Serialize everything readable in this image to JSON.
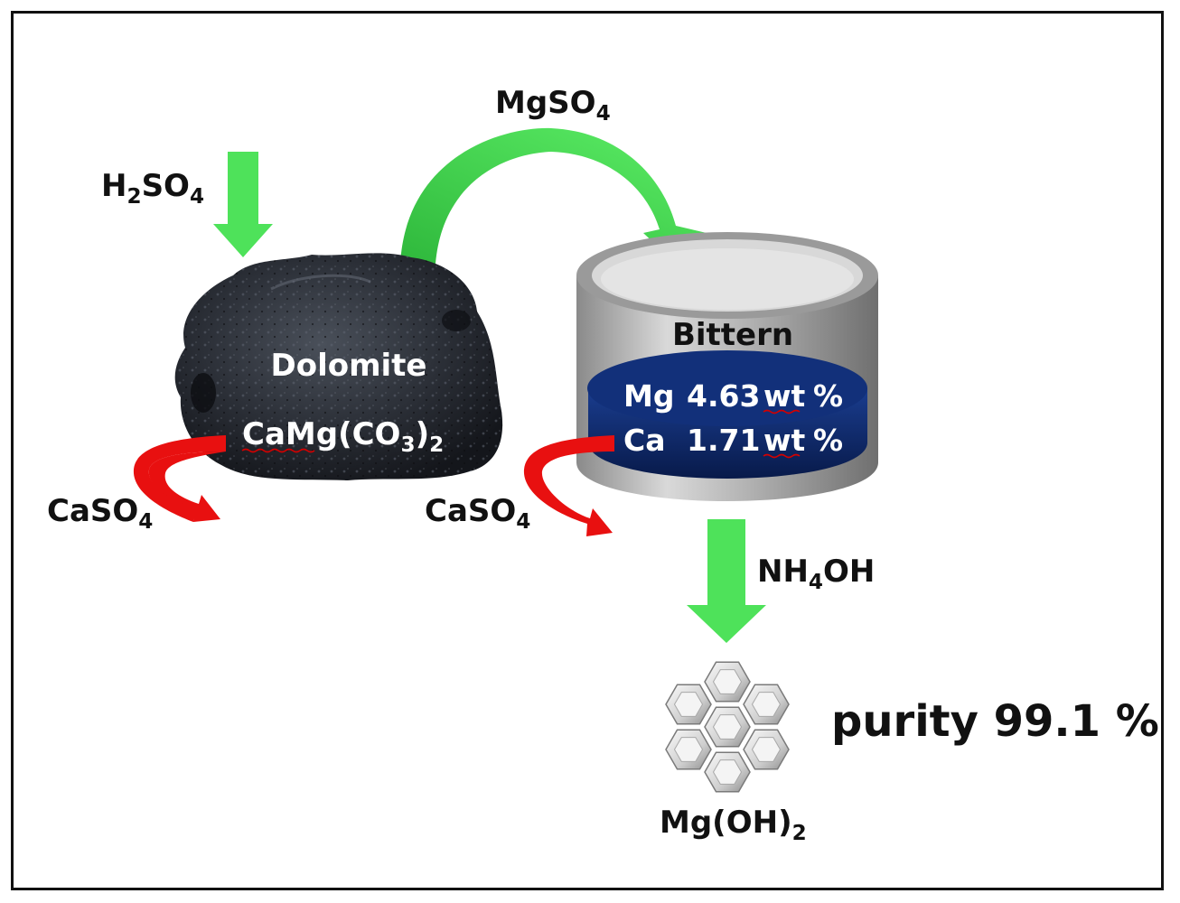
{
  "reagents": {
    "acid": {
      "main": "H",
      "sub1": "2",
      "mid": "SO",
      "sub2": "4"
    },
    "transfer": {
      "main": "MgSO",
      "sub": "4"
    },
    "precipitant": {
      "main": "NH",
      "sub": "4",
      "tail": "OH"
    }
  },
  "dolomite": {
    "name": "Dolomite",
    "formula": {
      "main": "CaMg(CO",
      "sub": "3",
      "close": ")",
      "sub2": "2"
    }
  },
  "byproducts": [
    {
      "main": "CaSO",
      "sub": "4"
    },
    {
      "main": "CaSO",
      "sub": "4"
    }
  ],
  "bittern": {
    "title": "Bittern",
    "rows": [
      {
        "element": "Mg",
        "value": "4.63",
        "unit": "wt",
        "pct": "%"
      },
      {
        "element": "Ca",
        "value": "1.71",
        "unit": "wt",
        "pct": "%"
      }
    ]
  },
  "product": {
    "formula": {
      "main": "Mg(OH)",
      "sub": "2"
    },
    "purity_label": "purity 99.1 %"
  },
  "colors": {
    "green_arrow": "#4ee25a",
    "red_arrow": "#e81010",
    "bittern_liquid": "#0d2a6b",
    "rock": "#2c3038"
  },
  "icons": [
    "rock-image",
    "cylindrical-tank",
    "hexagon-crystal-cluster"
  ]
}
